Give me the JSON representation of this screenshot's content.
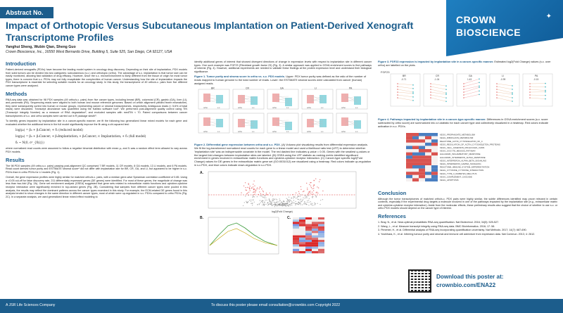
{
  "header": {
    "abstract_tag": "Abstract No. 013",
    "title": "Impact of Orthotopic Versus Subcutaneous Implantation on Patient-Derived Xenograft Transcriptome Profiles",
    "authors": "Yanghui Sheng, Wubin Qian, Sheng Guo",
    "affiliation": "Crown Bioscience, Inc., 16550 West Bernardo Drive, Building 5, Suite 525, San Diego, CA 92127, USA",
    "logo_line1": "CROWN",
    "logo_line2": "BIOSCIENCE"
  },
  "col1": {
    "intro_heading": "Introduction",
    "intro_text": "Patient-derived xenografts (PDXs) have become the leading model system in oncology drug discovery. Depending on their site of implantation, PDX models from solid tumors can be divided into two categories: subcutaneous (s.c.) and orthotopic (ortho). The advantage of s.c. implantation is that tumor size can be easily monitored, allowing fast validation of drug efficacy. However, since the s.c. microenvironment is likely different from the tissue of origin for most tumor types, there is concern that s.c. PDXs may not fully recapitulate the complexities of human cancer. Understanding how the site of implantation impacts the PDX transcriptome is essential for selecting suitable models for an oncology study. In this study, the transcriptome of 49 ortho/s.c. pairs from five different cancer types were analyzed.",
    "methods_heading": "Methods",
    "methods_text1": "RNA-seq data was obtained for 98 PDX samples (49 ortho/s.c. pairs) from five cancer types, including breast (BR), colorectal (CR), gastric (GA), liver (LI), and pancreatic (PA). Sequencing reads were aligned to both human and mouse reference genomes. Based on which alignment yielded fewer mismatches, they were subsequently sorted into human or mouse groups, representing cancer or stromal transcriptomes, respectively. Ambiguous reads (< 5.6% of total reads) were discarded. Transcript abundance was quantified using the Kallisto software tool¹. We performed post-alignment quality control using TIN (Transcript Integrity Number) as a measure of RNA degradation², and excluded samples with medTIN < 70. Paired comparisons between cancer transcriptomes of s.c. and ortho samples were carried out in R package sleuth³.",
    "methods_text2": "To identify genes impacted by implantation site in a cancer-specific manner, we fit the following two generalized linear mixed models for each gene and evaluated whether the additional terms in the full model significantly improve the fit using a chi-squared test:",
    "eq1": "log(μᵢ) = β₀ + β₁Cancerⱼ + δᵢ   (reduced model)",
    "eq2": "log(μᵢ) = β₀ + β₁Cancerⱼ + β₂Implantationⱼ + β₃Cancerⱼ × Implantationⱼ + δᵢ   (full model)",
    "eq3": "δᵢ ~ N(0, σ²_{δ(i)})",
    "methods_text3": "where normalized read counts were assumed to follow a negative binomial distribution with mean μᵢ, and δᵢ was a random effect term allowed to vary across PDX models.",
    "results_heading": "Results",
    "results_text1": "The 98 PDX samples (49 ortho-s.c. pairs) passing post-alignment QC comprised 7 BR models, 11 CR models, 8 GA models, 13 LI models, and 6 PA models. Read count derived tumor purity and ESTIMATE stromal score⁴ did not differ with implantation site for BR, CR, GA, and LI, but appeared to be higher in s.c. PDXs than in ortho PDXs for LI models (Fig. 1).",
    "results_text2": "Overall, the gene expression profiles were highly similar for matched ortho/s.c. pairs, with a median gene-wise Spearman correlation coefficient of 0.85. Using a <0.05 cut-off for false discovery rate, 211 differentially expressed genes (DE genes) were identified. For most of these genes, the magnitude of change was less than two-fold (Fig. 2A). Gene set enrichment analysis (GSEA) suggested that gene sets related to extracellular matrix functions and cytokine-cytokine receptor interaction were significantly enriched in top-ranked genes (Fig. 2B). Considering that samples from different cancer types were pooled in this analysis, the results may reflect the dominant patterns across the cancer types examined in this study. For example, the ECM-related DE genes found in this analysis tended to show changes in the same direction in different cancer types, most of which were up-regulated in s.c. PDXs compared to ortho PDXs (Fig. 2C). In a separate analysis, we used generalized linear mixed effect modeling to"
  },
  "col2": {
    "cont_text": "identify additional genes of interest that showed divergent directions of change in expression levels with respect to implantation site in different cancer types. One such example was FGF23 (Fibroblast growth factor 23) (Fig. 3). A similar approach was applied to GSVA enrichment scores to find pathways of interest (Fig. 4). However, additional experiments are needed to validate these findings at the protein expression level and understand their biological significance.",
    "fig1_caption_bold": "Figure 1. Tumor purity and stroma score in ortho vs. s.c. PDX models.",
    "fig1_caption": " Upper: PDX tumor purity was defined as the ratio of the number of reads mapped to human genome to the total number of reads. Lower: the ESTIMATE stromal scores were calculated from cancer (human) assigned reads.",
    "fig1_panels": [
      "BR",
      "CR",
      "GA",
      "LI",
      "PA"
    ],
    "fig1_xlabels": [
      "ortho",
      "s.c."
    ],
    "fig2_caption_bold": "Figure 2. Differential gene expression between ortho and s.c. PDX.",
    "fig2_caption": " (A) Volcano plot visualizing results from differential expression analysis. We fit the log-transformed normalized read counts for each gene to a linear model and used a likelihood ratio test (LRT) to determine whether 'implantation site' was an indispensable covariate in the model. The red dashed line indicates q-value = 0.05. Genes with the smallest q-values or the largest fold-changes between implantation sites are labeled. (B) GSEA using the LRT statistic as ranking metric identified significant enrichment in genes involved in extracellular matrix functions and cytokine-cytokine receptor interaction. (C) Cancer-type specific log2(Fold Change) values for DE genes in the extracellular matrix gene set (GO:0031012) are visualized using a heatmap. Red colors indicate up-regulation in s.c.PDX, and blue colors indicate down-regulation in s.c.PDX.",
    "panel_a": "A.",
    "panel_b": "B.",
    "panel_c": "C.",
    "volcano_xlabel": "log2(Fold Change)"
  },
  "col3": {
    "fig3_caption_bold": "Figure 3. FGF23 expression is impacted by implantation site in a cancer-specific manner.",
    "fig3_caption": " Estimated log2(Fold Change) values (s.c. over ortho) are labelled on the plots.",
    "fig3_gene": "FGF23",
    "fig3_panels": [
      "BR",
      "CR",
      "GA",
      "LI",
      "PA"
    ],
    "fig3_values": [
      "-0.71",
      "-1.04",
      "1.43",
      "-0.99",
      "-0.15"
    ],
    "fig4_caption_bold": "Figure 4. Pathways impacted by implantation site in a cancer-type-specific manner.",
    "fig4_caption": " Differences in GSVA enrichment scores (s.c. score subtracted by ortho score) are summarized into a t-statistic for each cancer type and collectively visualized in a heatmap. Red colors indicate activation in s.c. PDXs.",
    "pathways": [
      "KEGG_PROPANOATE_METABOLISM",
      "KEGG_RIBOFLAVIN_METABOLISM",
      "REACTOME_ACTIN_CYTOSKELETON_OF_C",
      "KEGG_REGULATION_OF_ACTIN_CYTOSKELETON_PROTEINS",
      "KEGG_CELL_ADHESION_MOLECULES_CAMS",
      "KEGG_OOCYTE_MEIOSIS_PATHWAY",
      "HALLMARK_INFLAMMATORY_RESPONSE",
      "HALLMARK_INTERFERON_ALPHA_RESPONSE",
      "KEGG_INTERFERON_ALPHA_BETA_SIGNALING",
      "KEGG_INTERFERON_GAMMA_SIGNALING",
      "REACTOME_IMMUNE_SYSTEM_DIFFERENTIATION",
      "KEGG_CYTOKINE_CYTOKINE_INTERACTION",
      "KEGG_TYPE_II_DIABETES_MELLITUS",
      "KEGG_COMPLEMENT_CASCADE",
      "KEGG_APOPTOSIS"
    ],
    "conclusion_heading": "Conclusion",
    "conclusion_text": "Although the tumor transcriptomes of matched ortho/s.c. PDX pairs were highly similar, the subtle differences identified may prove relevant in certain contexts, especially if the experimental drug targets a molecule involved in one of the pathways impacted by the implantation site (e.g., extracellular matrix and cytokine-cytokine receptor interaction). Aside from the molecular effects, these preliminary results also suggest that the choice of whether to use s.c. or ortho PDX models should depend on the cancer type of interest.",
    "references_heading": "References",
    "references": [
      "1. Bray, N., et al. Near-optimal probabilistic RNA-seq quantification. Nat Biotechnol. 2016; 34(5): 525-527.",
      "2. Wang, L., et al. Measure transcript integrity using RNA-seq data. BMC Bioinformatics. 2016; 17: 58.",
      "3. Pimentel, H., et al. Differential analysis of RNA-seq incorporating quantification uncertainty. Nat Methods. 2017; 14(7): 687-690.",
      "4. Yoshihara, K., et al. Inferring tumour purity and stromal and immune cell admixture from expression data. Nat Commun. 2013; 4: 2612."
    ],
    "download_line1": "Download this poster at:",
    "download_line2": "crownbio.com/ENA22"
  },
  "footer": {
    "left": "A JSR Life Sciences Company",
    "middle": "To discuss this poster please email consultation@crownbio.com",
    "right": "Copyright 2022"
  },
  "colors": {
    "brand_blue": "#1c5d8c",
    "ortho": "#e46b6b",
    "sc": "#39b7c4"
  }
}
